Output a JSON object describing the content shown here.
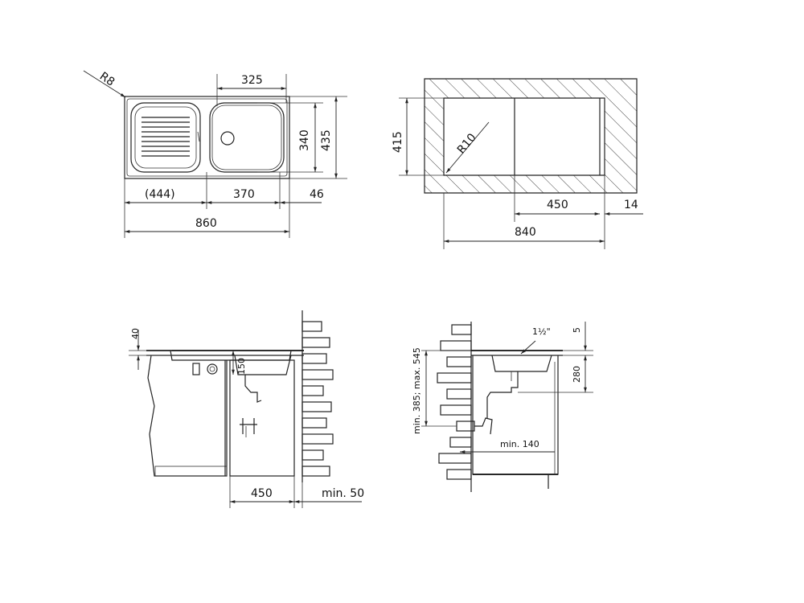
{
  "top_view": {
    "radius_label": "R8",
    "dim_325": "325",
    "dim_340": "340",
    "dim_435": "435",
    "dim_444": "(444)",
    "dim_370": "370",
    "dim_46": "46",
    "dim_860": "860"
  },
  "cutout_view": {
    "dim_415": "415",
    "radius_label": "R10",
    "dim_450": "450",
    "dim_14": "14",
    "dim_840": "840"
  },
  "front_section": {
    "dim_40": "40",
    "dim_150": "150",
    "dim_450": "450",
    "dim_min50": "min. 50"
  },
  "side_section": {
    "dim_min_max": "min. 385; max. 545",
    "pipe_size": "1½\"",
    "dim_5": "5",
    "dim_280": "280",
    "dim_min140": "min. 140"
  }
}
